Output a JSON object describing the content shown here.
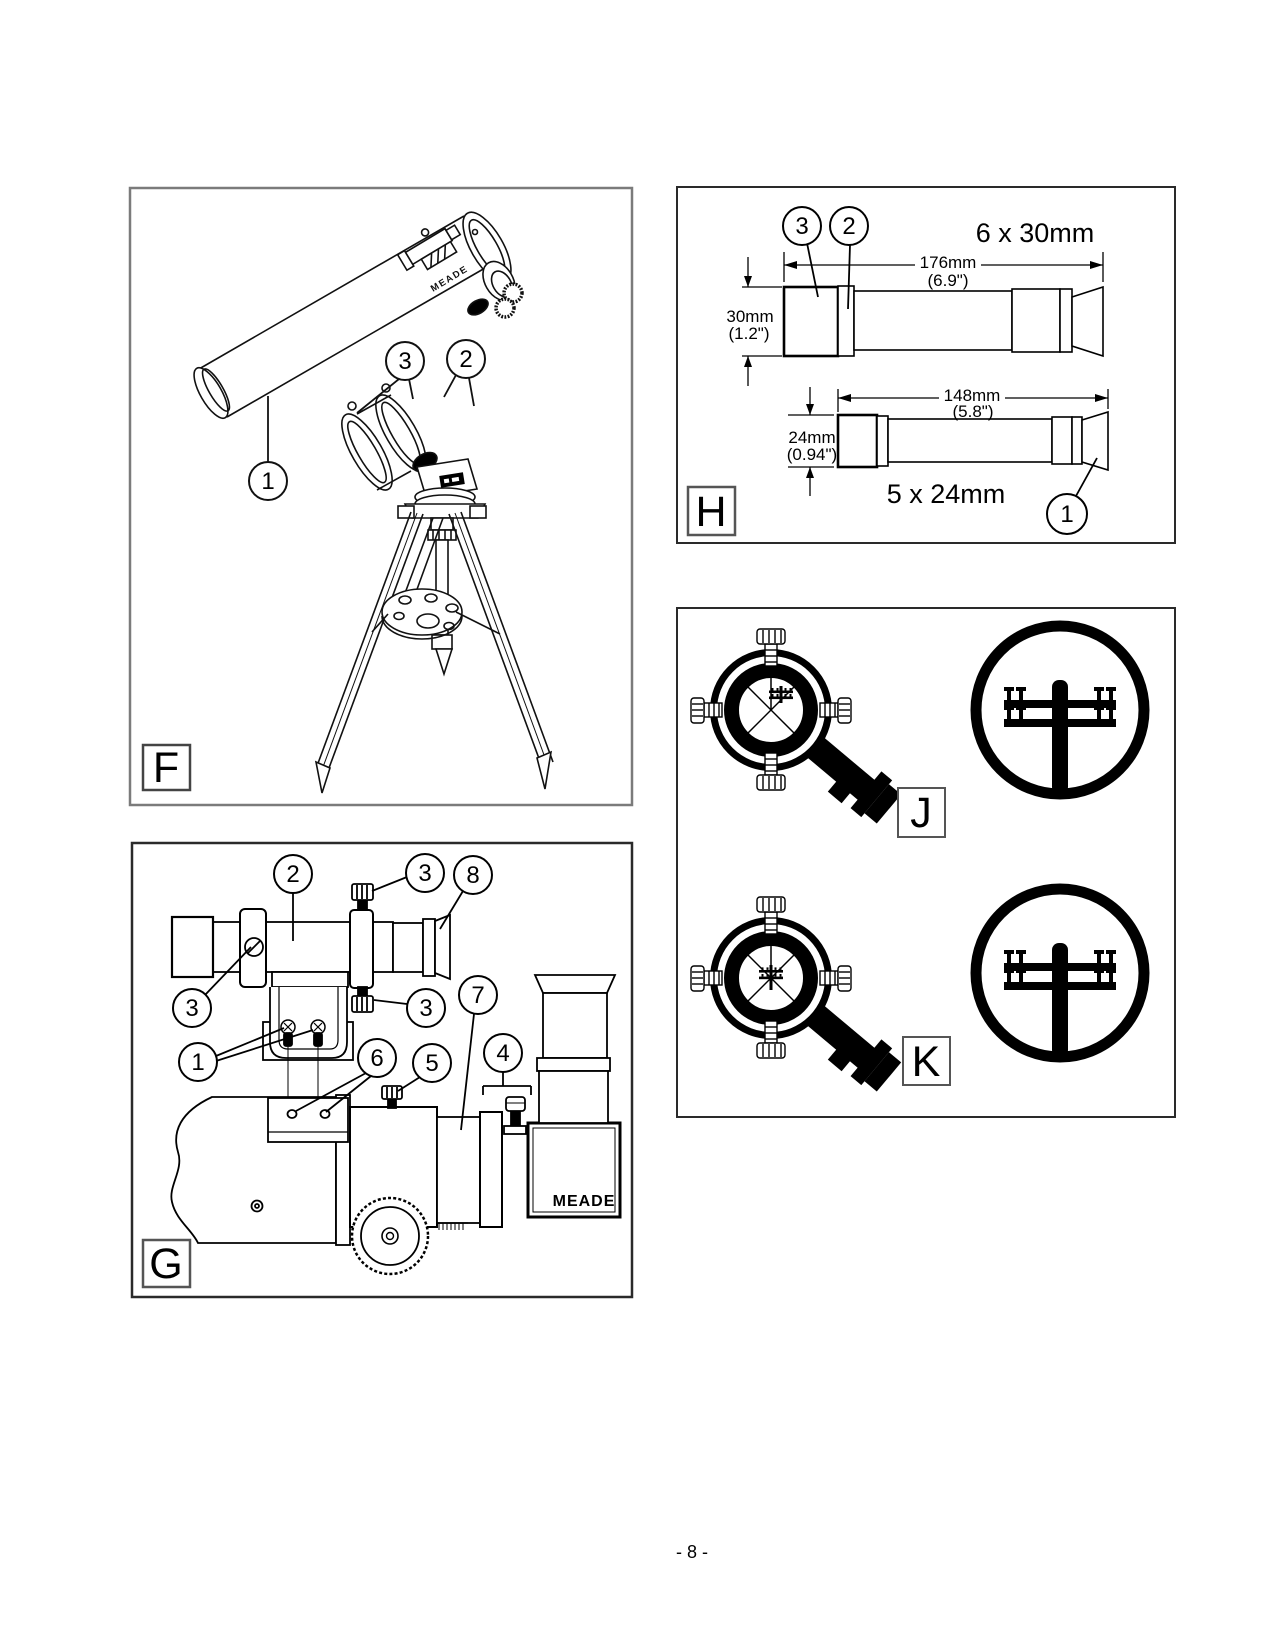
{
  "page": {
    "number": "- 8 -"
  },
  "panel_f": {
    "label": "F",
    "brand": "MEADE",
    "callout_1": "1",
    "callout_2": "2",
    "callout_3": "3"
  },
  "panel_h": {
    "label": "H",
    "callout_1": "1",
    "callout_2": "2",
    "callout_3": "3",
    "finder_6x30": {
      "title": "6 x 30mm",
      "length_mm": "176mm",
      "length_in": "(6.9\")",
      "width_mm": "30mm",
      "width_in": "(1.2\")"
    },
    "finder_5x24": {
      "title": "5 x 24mm",
      "length_mm": "148mm",
      "length_in": "(5.8\")",
      "width_mm": "24mm",
      "width_in": "(0.94\")"
    }
  },
  "panel_j": {
    "label": "J"
  },
  "panel_k": {
    "label": "K"
  },
  "panel_g": {
    "label": "G",
    "brand": "MEADE",
    "callout_1": "1",
    "callout_2": "2",
    "callout_3": "3",
    "callout_4": "4",
    "callout_5": "5",
    "callout_6": "6",
    "callout_7": "7",
    "callout_8": "8"
  }
}
